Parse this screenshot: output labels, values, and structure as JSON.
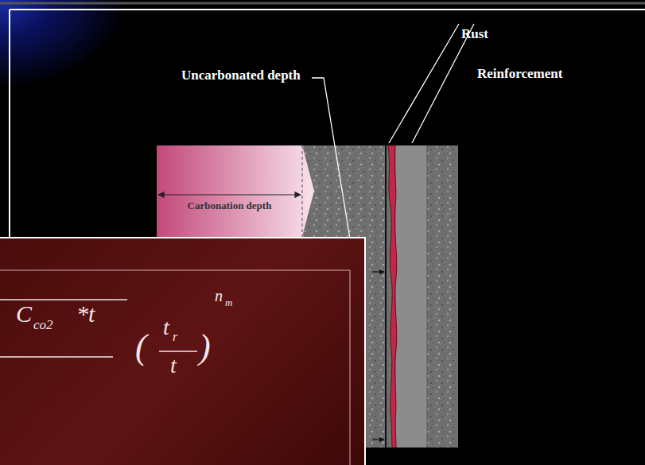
{
  "diagram": {
    "nodes": [
      {
        "text": [
          "Carbonation depth"
        ]
      }
    ],
    "labels": [
      "Rust",
      "Reinforcement",
      "Uncarbonated depth",
      "C",
      "co2",
      "*t",
      "(",
      "t",
      "r",
      "t",
      ")",
      "n",
      "m"
    ]
  }
}
